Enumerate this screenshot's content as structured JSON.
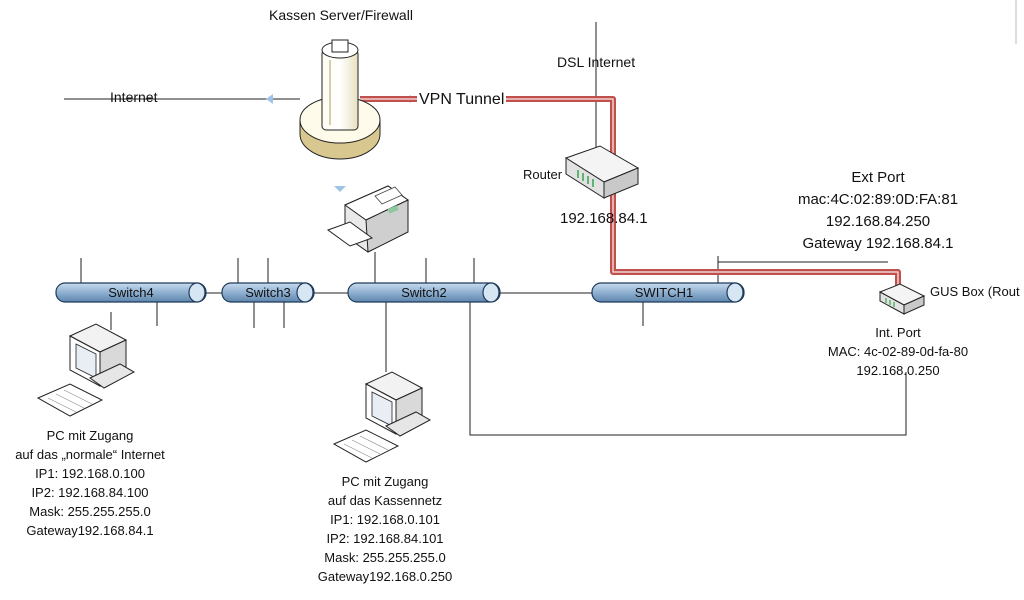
{
  "labels": {
    "server": "Kassen Server/Firewall",
    "dsl": "DSL Internet",
    "internet": "Internet",
    "vpn": "VPN Tunnel",
    "router": "Router",
    "router_ip": "192.168.84.1",
    "ext_port": [
      "Ext Port",
      "mac:4C:02:89:0D:FA:81",
      "192.168.84.250",
      "Gateway 192.168.84.1"
    ],
    "gus_box": "GUS Box (Rout",
    "int_port": [
      "Int. Port",
      "MAC: 4c-02-89-0d-fa-80",
      "192.168.0.250"
    ]
  },
  "switches": [
    "Switch4",
    "Switch3",
    "Switch2",
    "SWITCH1"
  ],
  "pc_left": [
    "PC mit Zugang",
    "auf das „normale“ Internet",
    "IP1: 192.168.0.100",
    "IP2: 192.168.84.100",
    "Mask: 255.255.255.0",
    "Gateway192.168.84.1"
  ],
  "pc_center": [
    "PC mit Zugang",
    "auf das Kassennetz",
    "IP1: 192.168.0.101",
    "IP2: 192.168.84.101",
    "Mask: 255.255.255.0",
    "Gateway192.168.0.250"
  ],
  "colors": {
    "vpn_line": "#c0504d",
    "switch_fill": "#8fb0d0",
    "switch_stroke": "#1f3a5a"
  }
}
